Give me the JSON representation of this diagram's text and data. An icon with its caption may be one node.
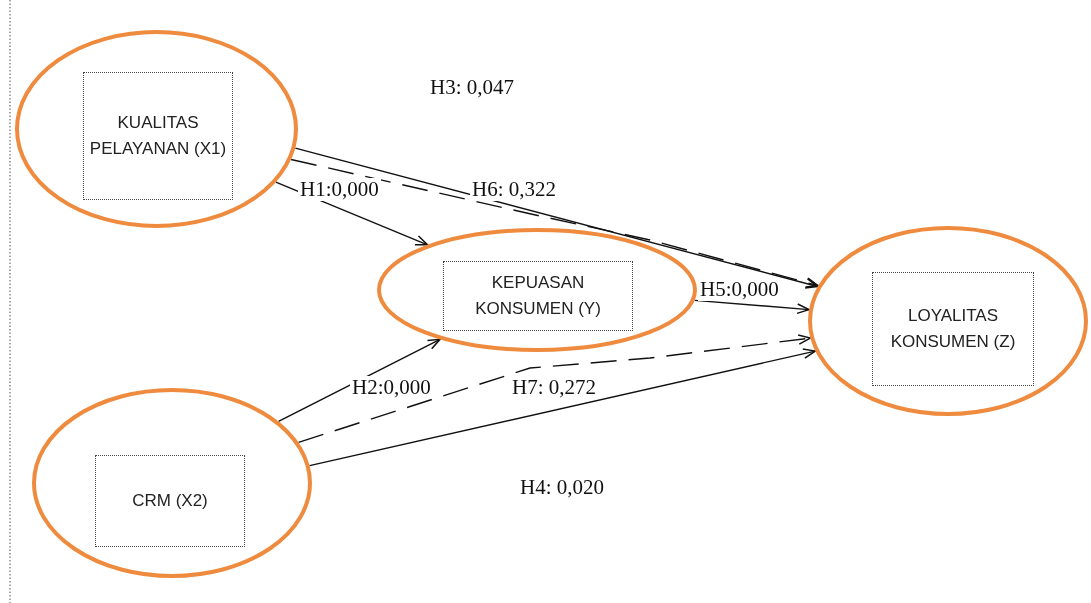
{
  "diagram": {
    "nodes": [
      {
        "text": [],
        "shape": "ellipse"
      },
      {
        "text": [
          "KUALITAS PELAYANAN (X1)"
        ],
        "in": 0
      },
      {
        "text": [],
        "shape": "ellipse"
      },
      {
        "text": [
          "KEPUASAN KONSUMEN (Y)"
        ],
        "in": 2
      },
      {
        "text": [],
        "shape": "ellipse"
      },
      {
        "text": [
          "LOYALITAS KONSUMEN (Z)"
        ],
        "in": 4
      },
      {
        "text": [],
        "shape": "ellipse"
      },
      {
        "text": [
          "CRM (X2)"
        ],
        "in": 6
      }
    ],
    "edges": [
      {
        "from": 0,
        "to": 4,
        "arrow": "to",
        "label": "H3: 0,047"
      },
      {
        "from": 0,
        "to": 4,
        "arrow": "to",
        "label": "H6: 0,322",
        "style": "dashed"
      },
      {
        "from": 0,
        "to": 2,
        "arrow": "to",
        "label": "H1:0,000"
      },
      {
        "from": 2,
        "to": 4,
        "arrow": "to",
        "label": "H5:0,000"
      },
      {
        "from": 6,
        "to": 2,
        "arrow": "to",
        "label": "H2:0,000"
      },
      {
        "from": 6,
        "to": 4,
        "arrow": "to",
        "label": "H7: 0,272",
        "style": "dashed"
      },
      {
        "from": 6,
        "to": 4,
        "arrow": "to",
        "label": "H4: 0,020"
      }
    ]
  }
}
